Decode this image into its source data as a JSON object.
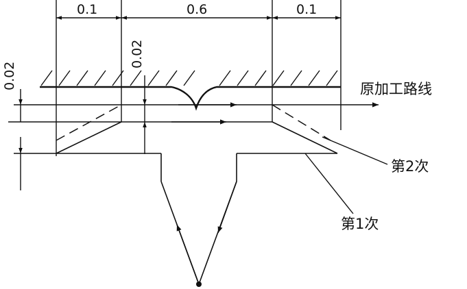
{
  "dimensions": {
    "top_left": "0.1",
    "top_center": "0.6",
    "top_right": "0.1",
    "vertical_left": "0.02",
    "vertical_center": "0.02"
  },
  "labels": {
    "original_path": "原加工路线",
    "pass_2": "第2次",
    "pass_1": "第1次"
  }
}
